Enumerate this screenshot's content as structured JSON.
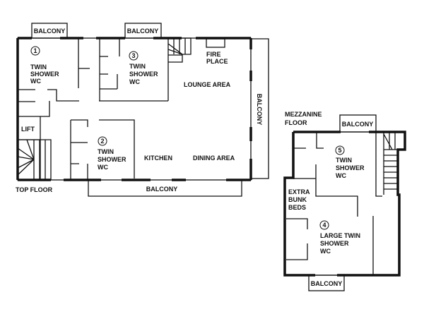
{
  "top_floor": {
    "title": "TOP FLOOR",
    "balcony_top_left": "BALCONY",
    "balcony_top_mid": "BALCONY",
    "balcony_right": "BALCONY",
    "balcony_bottom": "BALCONY",
    "room1": {
      "number": "1",
      "lines": [
        "TWIN",
        "SHOWER",
        "WC"
      ]
    },
    "room2": {
      "number": "2",
      "lines": [
        "TWIN",
        "SHOWER",
        "WC"
      ]
    },
    "room3": {
      "number": "3",
      "lines": [
        "TWIN",
        "SHOWER",
        "WC"
      ]
    },
    "fireplace": [
      "FIRE",
      "PLACE"
    ],
    "lounge": "LOUNGE AREA",
    "kitchen": "KITCHEN",
    "dining": "DINING AREA",
    "lift": "LIFT"
  },
  "mezzanine": {
    "title": [
      "MEZZANINE",
      "FLOOR"
    ],
    "balcony_top": "BALCONY",
    "balcony_bottom": "BALCONY",
    "room5": {
      "number": "5",
      "lines": [
        "TWIN",
        "SHOWER",
        "WC"
      ]
    },
    "room4": {
      "number": "4",
      "lines": [
        "LARGE TWIN",
        "SHOWER",
        "WC"
      ]
    },
    "bunk": [
      "EXTRA",
      "BUNK",
      "BEDS"
    ]
  }
}
